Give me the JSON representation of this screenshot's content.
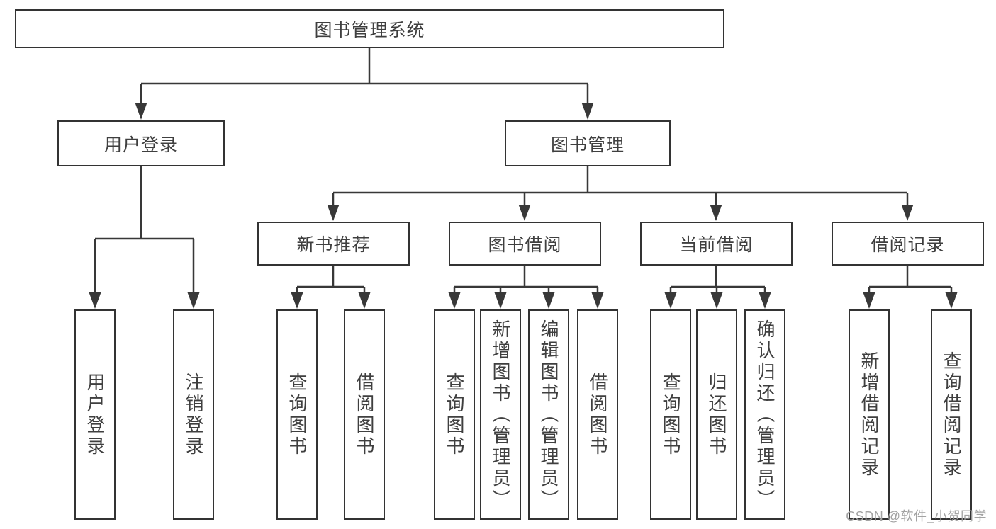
{
  "diagram": {
    "title": "图书管理系统",
    "branches": {
      "user_login": {
        "label": "用户登录",
        "children": [
          "用户登录",
          "注销登录"
        ]
      },
      "book_management": {
        "label": "图书管理",
        "sections": [
          {
            "label": "新书推荐",
            "children": [
              "查询图书",
              "借阅图书"
            ]
          },
          {
            "label": "图书借阅",
            "children": [
              "查询图书",
              "新增图书（管理员）",
              "编辑图书（管理员）",
              "借阅图书"
            ]
          },
          {
            "label": "当前借阅",
            "children": [
              "查询图书",
              "归还图书",
              "确认归还（管理员）"
            ]
          },
          {
            "label": "借阅记录",
            "children": [
              "新增借阅记录",
              "查询借阅记录"
            ]
          }
        ]
      }
    },
    "watermark": "CSDN @软件_小贺同学"
  },
  "colors": {
    "line": "#383838",
    "border": "#333333",
    "text": "#3f3f3f",
    "watermark": "#a3a3a3",
    "background": "#ffffff"
  }
}
